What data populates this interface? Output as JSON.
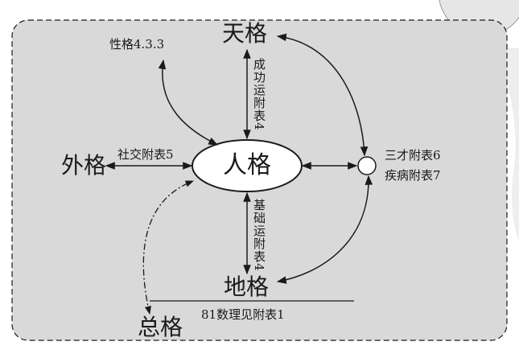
{
  "nodes": {
    "tian": "天格",
    "ren": "人格",
    "wai": "外格",
    "di": "地格",
    "zong": "总格"
  },
  "annotations": {
    "personality": "性格4.3.3",
    "social": "社交附表5",
    "success": "成功运附表4",
    "base": "基础运附表4",
    "three_talents": "三才附表6",
    "illness": "疾病附表7",
    "numerology": "81数理见附表1"
  },
  "colors": {
    "panel": "#d9d9d9",
    "line": "#1a1a1a"
  }
}
